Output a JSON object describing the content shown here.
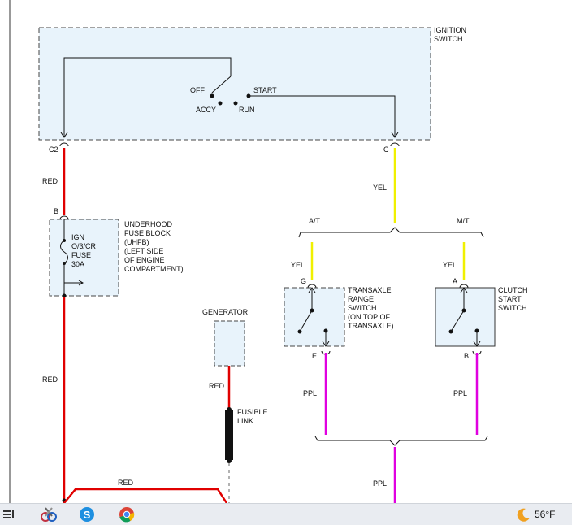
{
  "components": {
    "ignition_switch": {
      "label_lines": [
        "IGNITION",
        "SWITCH"
      ],
      "pos_off": "OFF",
      "pos_accy": "ACCY",
      "pos_run": "RUN",
      "pos_start": "START",
      "pin_c2": "C2",
      "pin_c": "C"
    },
    "fuse_block": {
      "label_lines": [
        "UNDERHOOD",
        "FUSE BLOCK",
        "(UHFB)",
        "(LEFT SIDE",
        "OF ENGINE",
        "COMPARTMENT)"
      ],
      "fuse_lines": [
        "IGN",
        "O/3/CR",
        "FUSE",
        "30A"
      ],
      "pin_b": "B"
    },
    "generator": {
      "label": "GENERATOR"
    },
    "fusible_link": {
      "label_lines": [
        "FUSIBLE",
        "LINK"
      ]
    },
    "transaxle_switch": {
      "label_lines": [
        "TRANSAXLE",
        "RANGE",
        "SWITCH",
        "(ON TOP OF",
        "TRANSAXLE)"
      ],
      "pin_g": "G",
      "pin_e": "E"
    },
    "clutch_switch": {
      "label_lines": [
        "CLUTCH",
        "START",
        "SWITCH"
      ],
      "pin_a": "A",
      "pin_b": "B"
    }
  },
  "branches": {
    "at": "A/T",
    "mt": "M/T"
  },
  "wires": {
    "red_1": "RED",
    "red_2": "RED",
    "red_3": "RED",
    "red_4": "RED",
    "yel_1": "YEL",
    "yel_2": "YEL",
    "yel_3": "YEL",
    "ppl_1": "PPL",
    "ppl_2": "PPL",
    "ppl_3": "PPL"
  },
  "colors": {
    "red": "#e00000",
    "yellow": "#f0f000",
    "purple": "#e000e0",
    "box_fill": "#e8f3fb",
    "taskbar": "#e9ecf1"
  },
  "taskbar": {
    "icons": [
      "settings-icon",
      "snipping-tool-icon",
      "skype-icon",
      "chrome-icon"
    ],
    "weather_icon": "moon-icon",
    "temperature": "56°F"
  }
}
